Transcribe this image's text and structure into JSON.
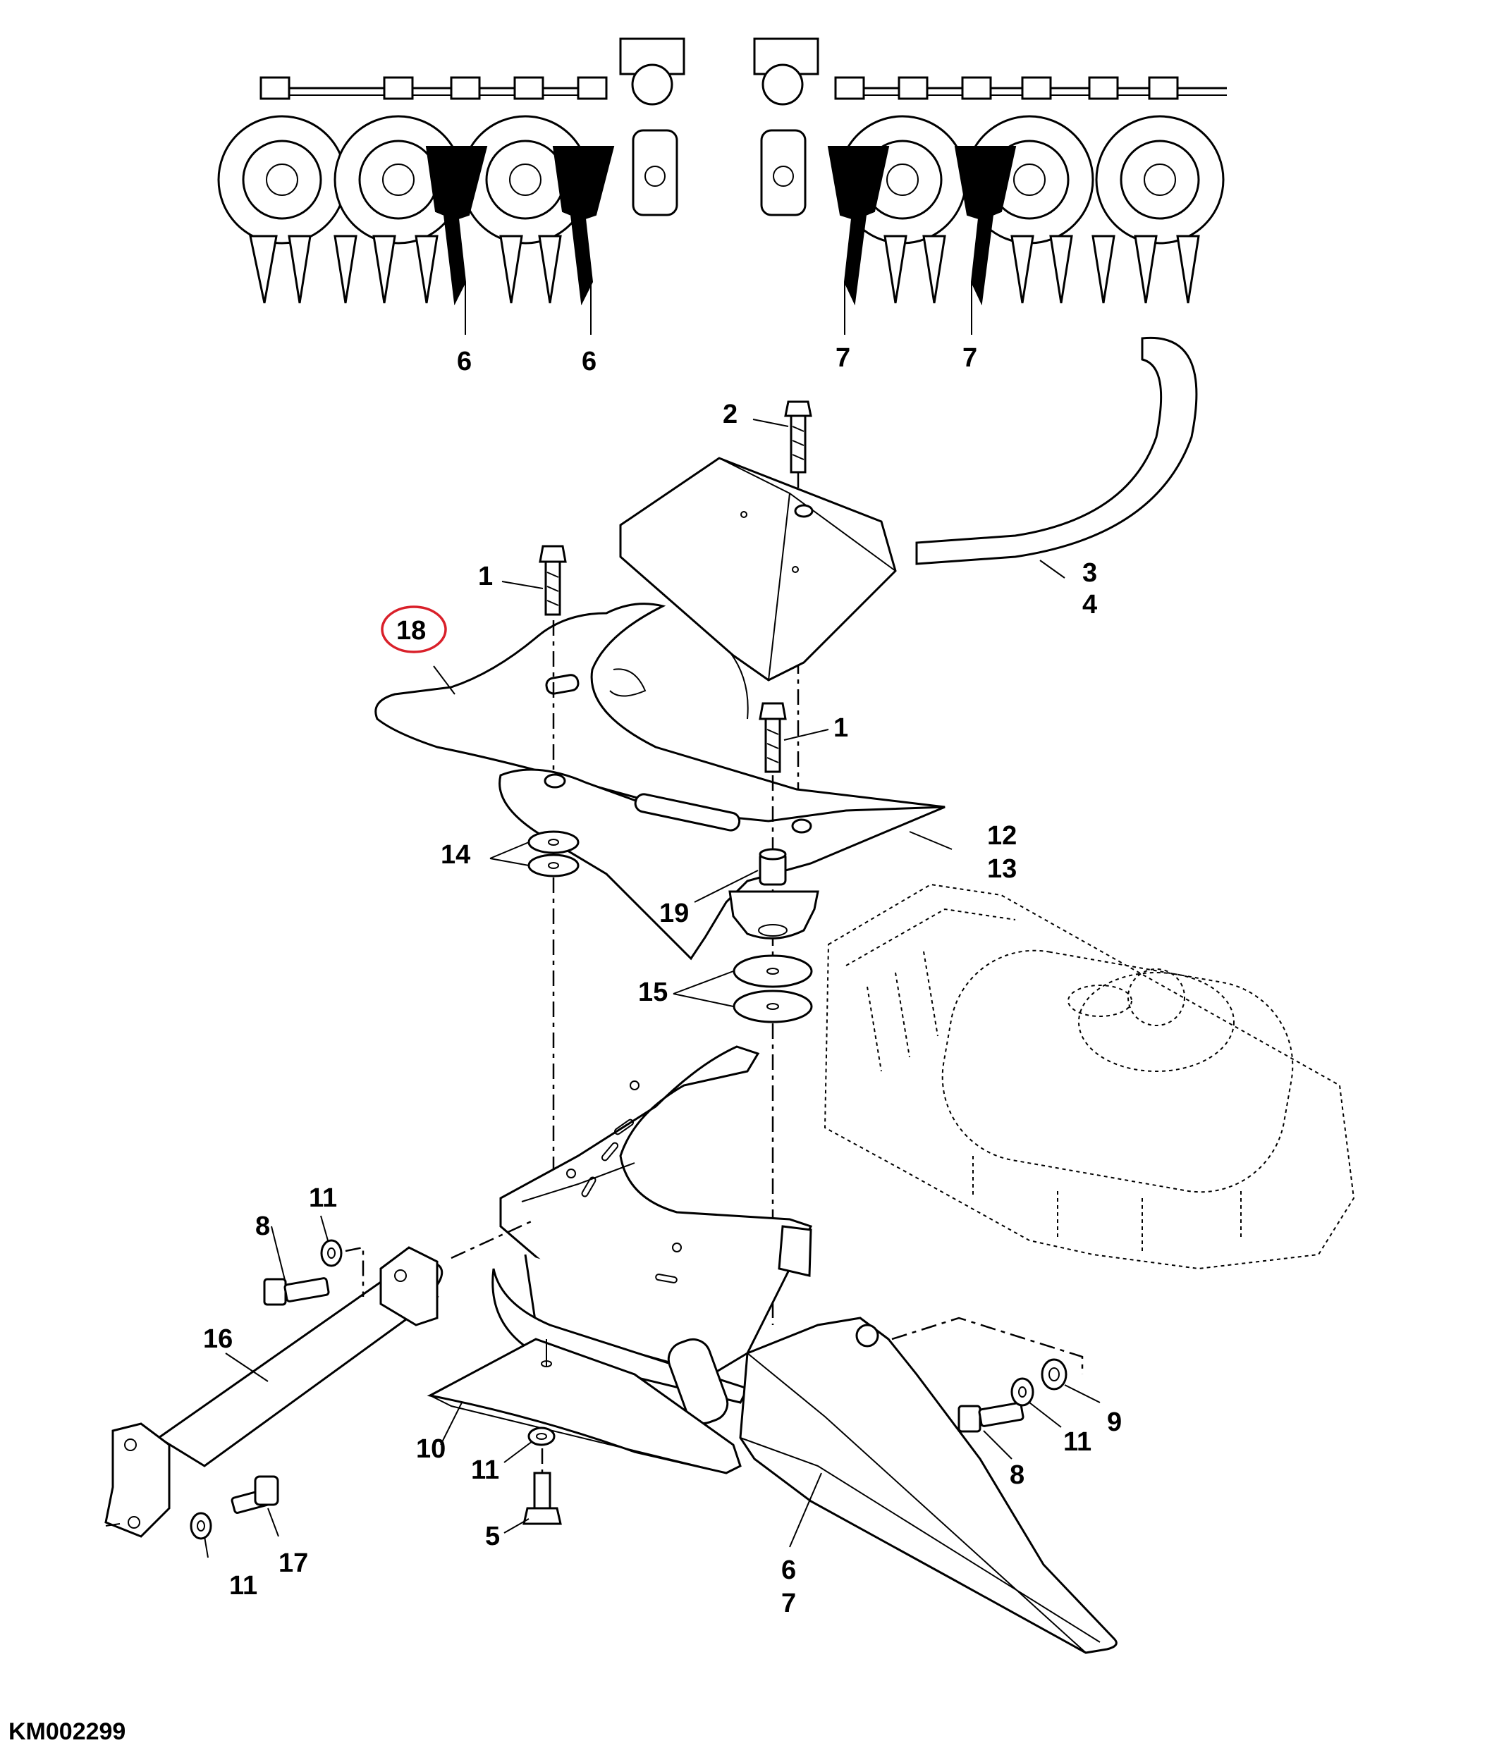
{
  "drawing_code": "KM002299",
  "highlight_color": "#d9202a",
  "callouts": {
    "c1a": "1",
    "c1b": "1",
    "c2": "2",
    "c3": "3",
    "c4": "4",
    "c5": "5",
    "c6top1": "6",
    "c6top2": "6",
    "c7top1": "7",
    "c7top2": "7",
    "c6": "6",
    "c7": "7",
    "c8a": "8",
    "c8b": "8",
    "c9": "9",
    "c10": "10",
    "c11a": "11",
    "c11b": "11",
    "c11c": "11",
    "c11d": "11",
    "c12": "12",
    "c13": "13",
    "c14": "14",
    "c15": "15",
    "c16": "16",
    "c17": "17",
    "c18": "18",
    "c19": "19"
  }
}
